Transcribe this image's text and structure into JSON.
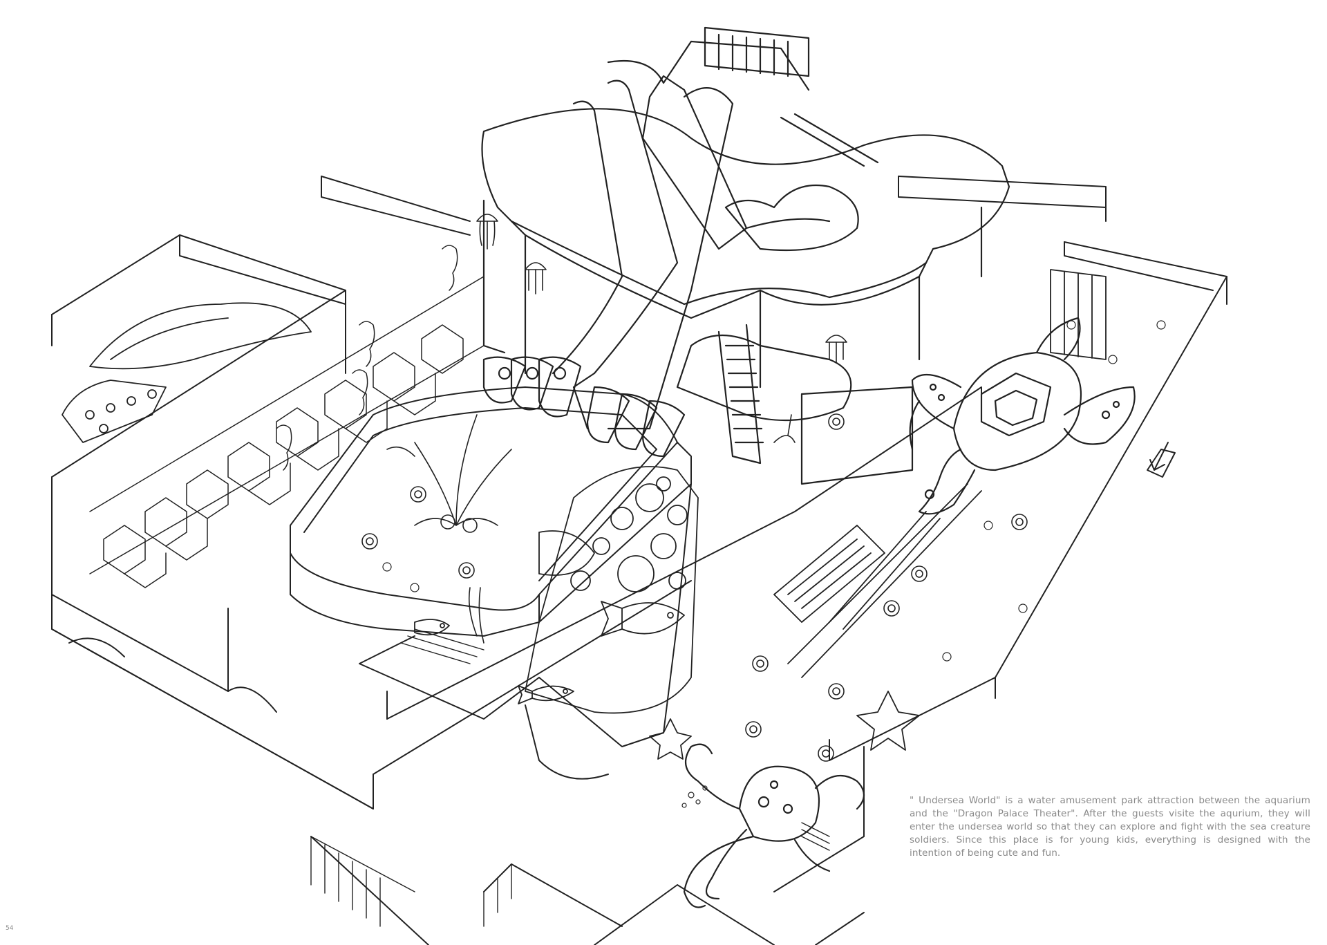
{
  "caption": {
    "text": "\" Undersea World\" is a water amusement park attraction between the aquarium and the \"Dragon Palace Theater\". After the guests visite the aqurium, they will enter the undersea world so that they can explore and fight  with the sea creature soldiers. Since this place is for young kids, everything is designed with the intention of being cute and fun."
  },
  "page_number": "54",
  "colors": {
    "background": "#ffffff",
    "ink": "#222222",
    "caption_text": "#8a8a8a"
  },
  "sketch": {
    "style": "pencil line drawing",
    "elements": [
      "water-slide-tower-icon",
      "sea-turtle-icon",
      "octopus-icon",
      "fish-icon",
      "starfish-icon",
      "jellyfish-icon",
      "seahorse-icon",
      "direction-arrow-icon"
    ]
  }
}
